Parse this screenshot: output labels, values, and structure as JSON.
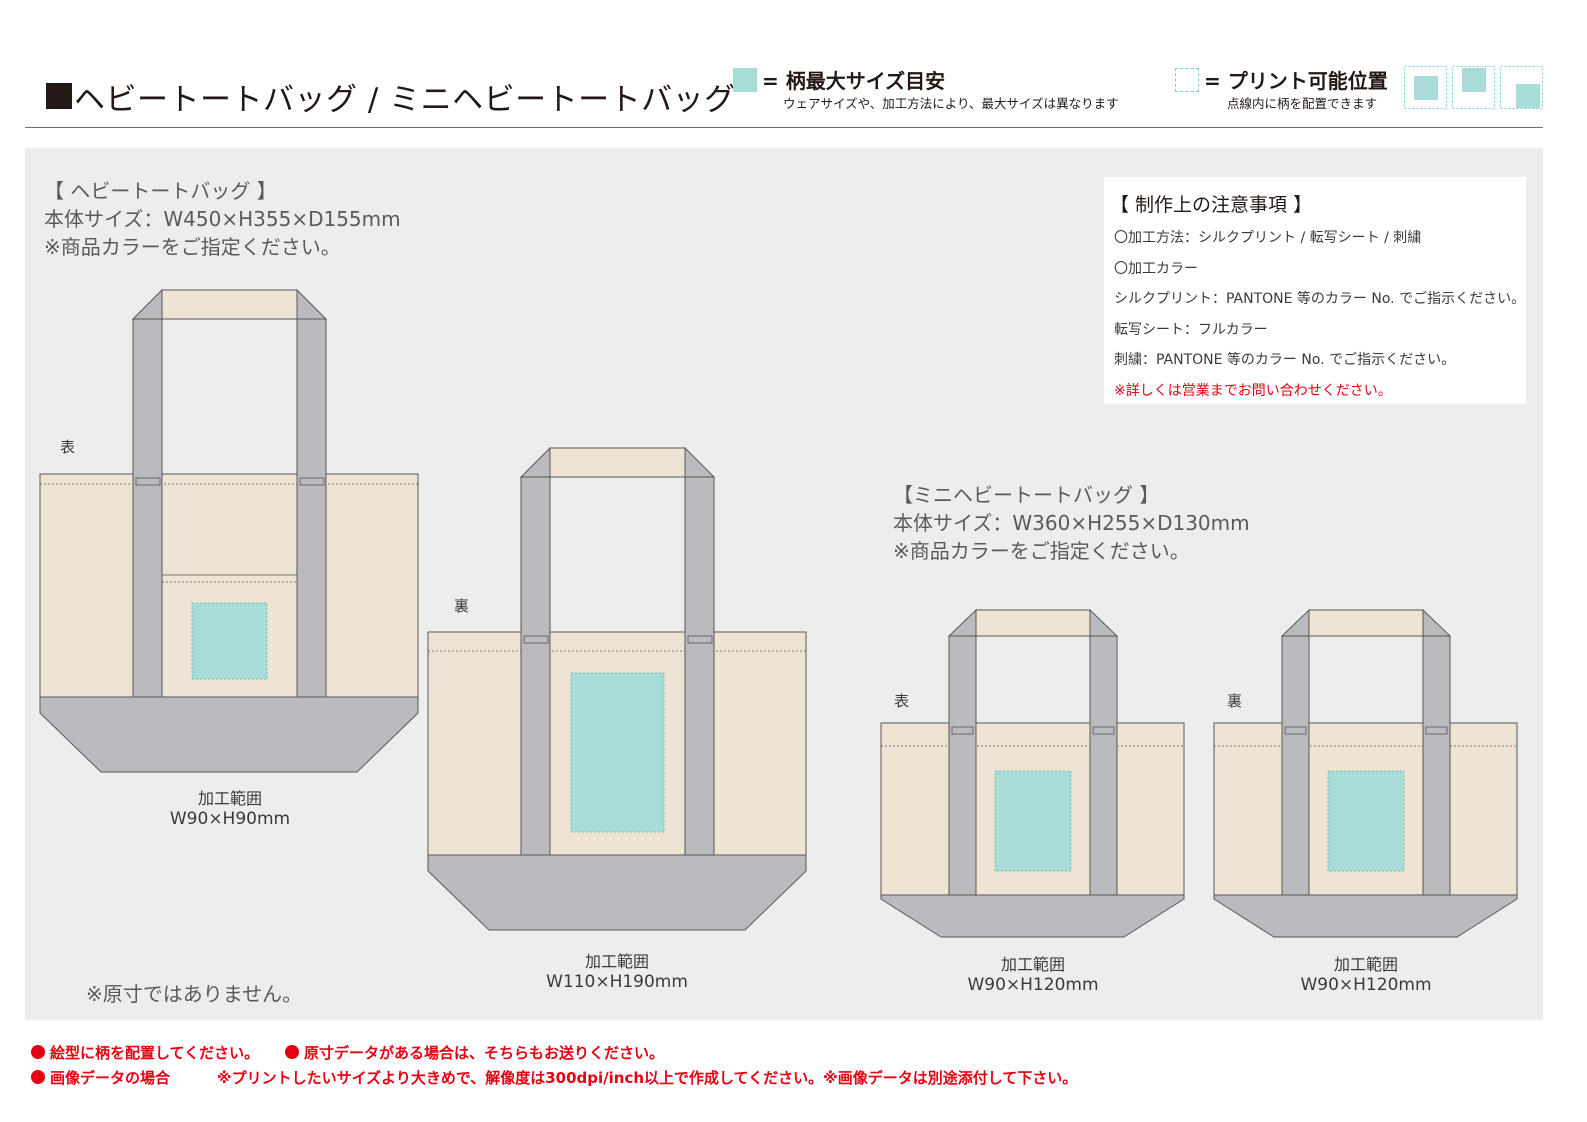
{
  "header": {
    "title": "ヘビートートバッグ / ミニヘビートートバッグ",
    "legend_max": {
      "title": "= 柄最大サイズ目安",
      "sub": "ウェアサイズや、加工方法により、最大サイズは異なります"
    },
    "legend_print": {
      "title": "= プリント可能位置",
      "sub": "点線内に柄を配置できます"
    }
  },
  "colors": {
    "print_area": "#a8dcd8",
    "bag_body": "#efe4d4",
    "handle": "#b9bbbe",
    "panel": "#eceeed",
    "accent_red": "#e60012"
  },
  "heavy": {
    "heading": "【 ヘビートートバッグ 】",
    "size": "本体サイズ：W450×H355×D155mm",
    "color_note": "※商品カラーをご指定ください。",
    "front_label": "表",
    "back_label": "裏",
    "front_range_label": "加工範囲",
    "front_range_size": "W90×H90mm",
    "back_range_label": "加工範囲",
    "back_range_size": "W110×H190mm"
  },
  "mini": {
    "heading": "【ミニヘビートートバッグ 】",
    "size": "本体サイズ：W360×H255×D130mm",
    "color_note": "※商品カラーをご指定ください。",
    "front_label": "表",
    "back_label": "裏",
    "front_range_label": "加工範囲",
    "front_range_size": "W90×H120mm",
    "back_range_label": "加工範囲",
    "back_range_size": "W90×H120mm"
  },
  "notes": {
    "title": "【 制作上の注意事項 】",
    "lines": [
      "〇加工方法：シルクプリント / 転写シート / 刺繍",
      "〇加工カラー",
      "シルクプリント：PANTONE 等のカラー No. でご指示ください。",
      "転写シート：フルカラー",
      "刺繍：PANTONE 等のカラー No. でご指示ください。"
    ],
    "warning": "※詳しくは営業までお問い合わせください。"
  },
  "not_actual_size": "※原寸ではありません。",
  "footer": {
    "line1_a": "絵型に柄を配置してください。",
    "line1_b": "原寸データがある場合は、そちらもお送りください。",
    "line2_a": "画像データの場合",
    "line2_b": "※プリントしたいサイズより大きめで、解像度は300dpi/inch以上で作成してください。※画像データは別途添付して下さい。"
  }
}
